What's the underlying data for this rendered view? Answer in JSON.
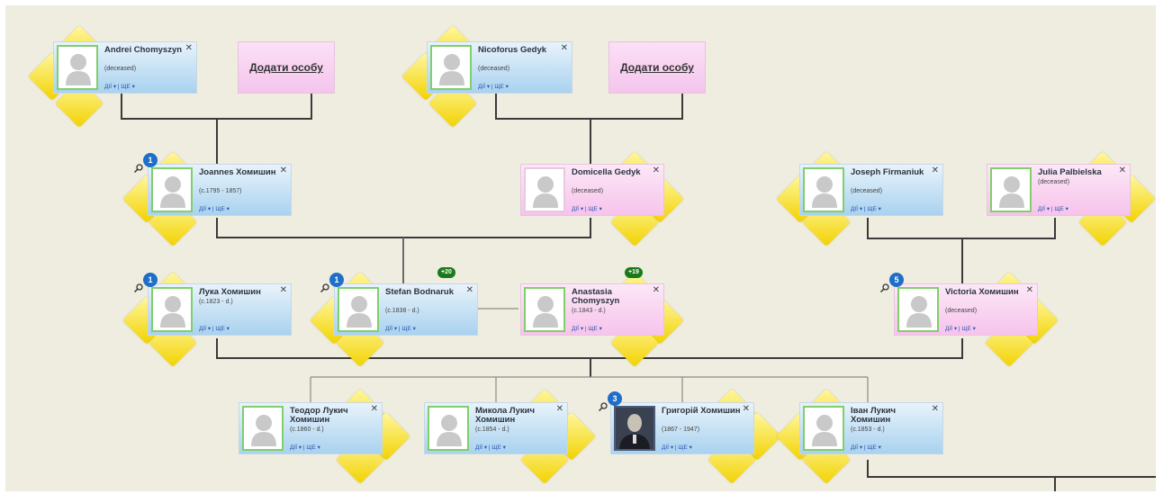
{
  "add_person_label": "Додати особу",
  "links_label": "ДІЇ ▾ | ЩЕ ▾",
  "people": [
    {
      "id": "andrei",
      "name": "Andrei Chomyszyn",
      "dates": "(deceased)",
      "gender": "male",
      "badge": ""
    },
    {
      "id": "nicoforus",
      "name": "Nicoforus Gedyk",
      "dates": "(deceased)",
      "gender": "male",
      "badge": ""
    },
    {
      "id": "joannes",
      "name": "Joannes Хомишин",
      "dates": "(c.1795 - 1857)",
      "gender": "male",
      "badge": "1"
    },
    {
      "id": "domicella",
      "name": "Domicella Gedyk",
      "dates": "(deceased)",
      "gender": "female",
      "badge": ""
    },
    {
      "id": "joseph",
      "name": "Joseph Firmaniuk",
      "dates": "(deceased)",
      "gender": "male",
      "badge": ""
    },
    {
      "id": "julia",
      "name": "Julia Palbielska",
      "dates": "(deceased)",
      "gender": "female",
      "badge": ""
    },
    {
      "id": "luka",
      "name": "Лука Хомишин",
      "dates": "(c.1823 - d.)",
      "gender": "male",
      "badge": "1"
    },
    {
      "id": "stefan",
      "name": "Stefan Bodnaruk",
      "dates": "(c.1838 - d.)",
      "gender": "male",
      "badge": "1",
      "extra": "+20"
    },
    {
      "id": "anastasia",
      "name": "Anastasia Chomyszyn",
      "dates": "(c.1843 - d.)",
      "gender": "female",
      "badge": "",
      "extra": "+19"
    },
    {
      "id": "victoria",
      "name": "Victoria Хомишин",
      "dates": "(deceased)",
      "gender": "female",
      "badge": "5"
    },
    {
      "id": "teodor",
      "name": "Теодор Лукич Хомишин",
      "dates": "(c.1860 - d.)",
      "gender": "male",
      "badge": ""
    },
    {
      "id": "mykola",
      "name": "Микола Лукич Хомишин",
      "dates": "(c.1854 - d.)",
      "gender": "male",
      "badge": ""
    },
    {
      "id": "hryhoriy",
      "name": "Григорій Хомишин",
      "dates": "(1867 - 1947)",
      "gender": "male",
      "badge": "3",
      "photo": true
    },
    {
      "id": "ivan",
      "name": "Іван Лукич Хомишин",
      "dates": "(c.1853 - d.)",
      "gender": "male",
      "badge": ""
    }
  ]
}
